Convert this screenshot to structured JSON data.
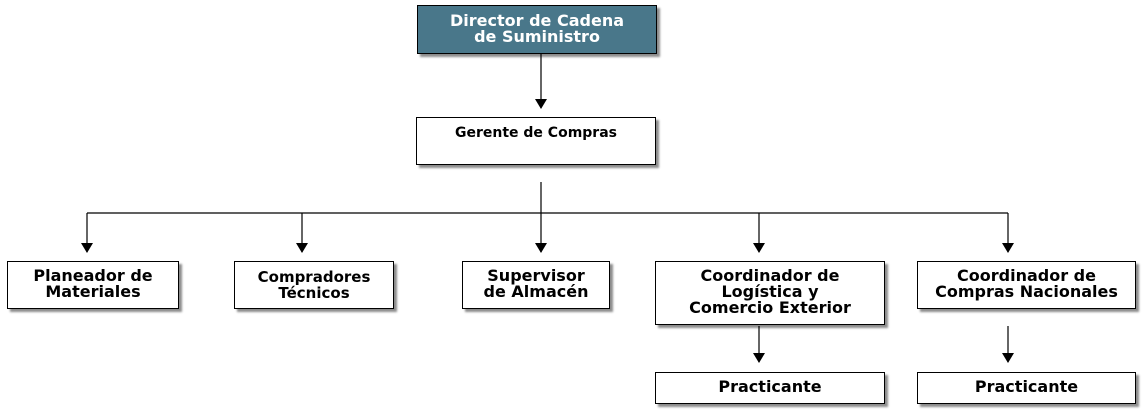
{
  "colors": {
    "top_box_fill": "#49778a",
    "top_box_text": "#ffffff",
    "box_fill": "#ffffff",
    "line": "#000000"
  },
  "org": {
    "director": "Director de Cadena\nde Suministro",
    "gerente": "Gerente de Compras",
    "planeador": "Planeador de\nMateriales",
    "compradores": "Compradores\nTécnicos",
    "supervisor": "Supervisor\nde Almacén",
    "coord_logistica": "Coordinador de\nLogística y\nComercio Exterior",
    "coord_compras": "Coordinador de\nCompras Nacionales",
    "practicante_logistica": "Practicante",
    "practicante_compras": "Practicante"
  }
}
